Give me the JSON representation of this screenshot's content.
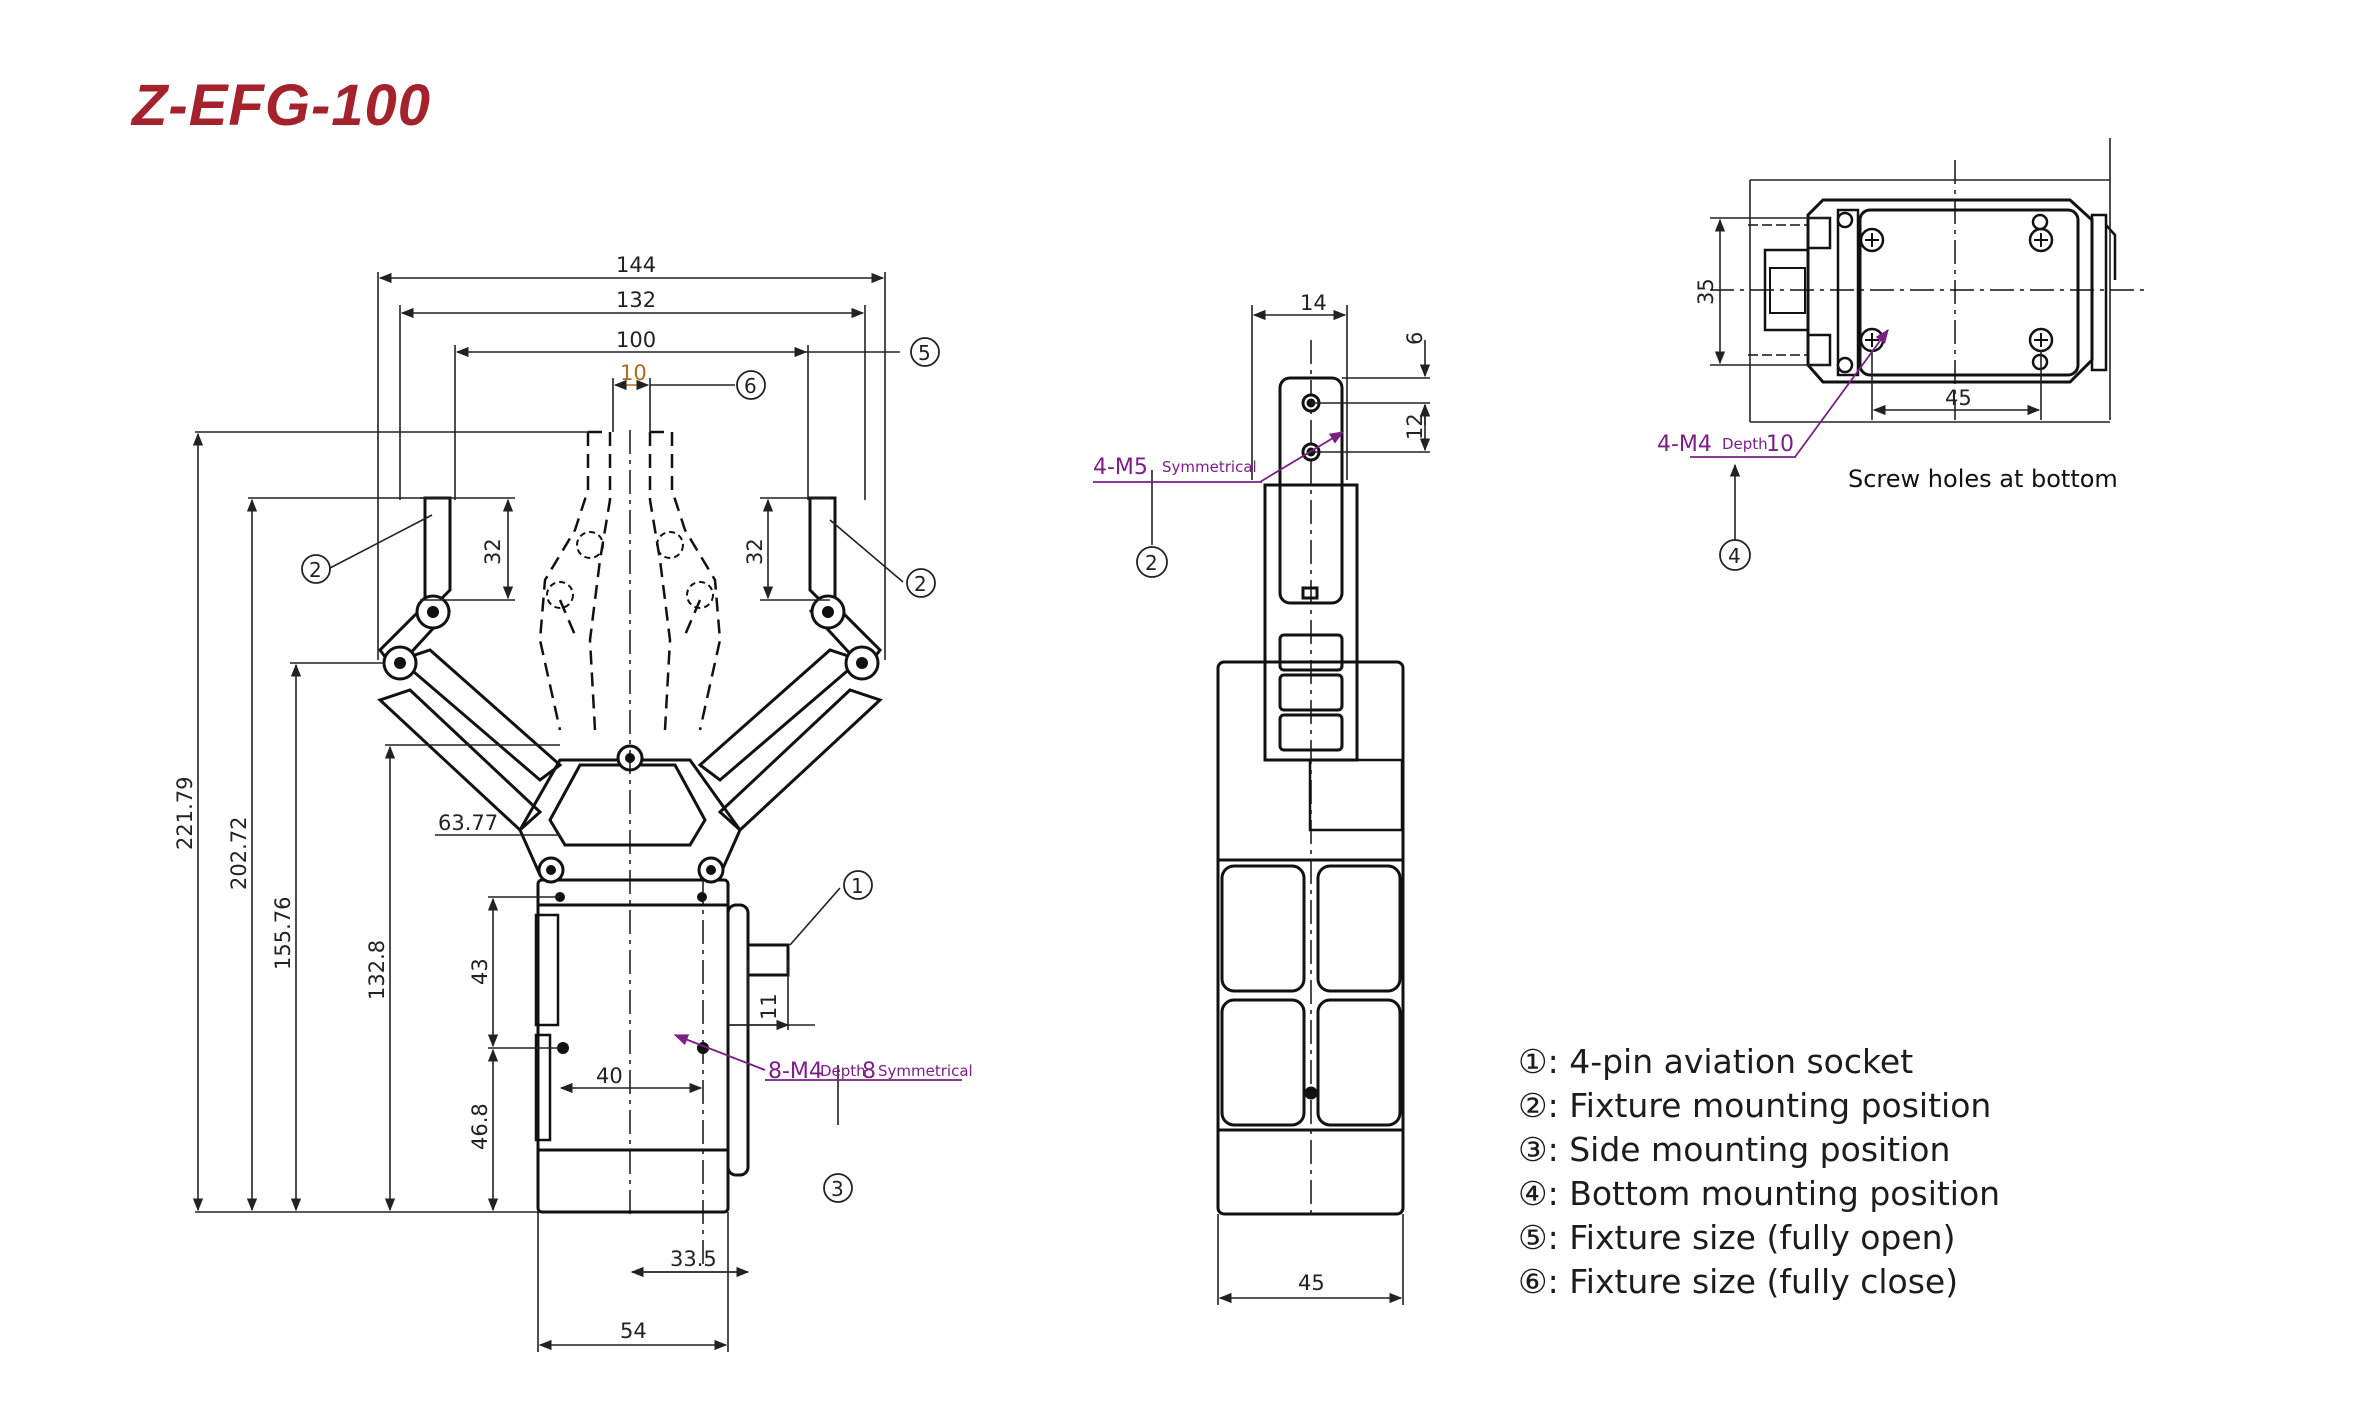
{
  "title": "Z-EFG-100",
  "legend": [
    {
      "num": "①:",
      "text": "4-pin aviation socket"
    },
    {
      "num": "②:",
      "text": "Fixture mounting position"
    },
    {
      "num": "③:",
      "text": "Side mounting position"
    },
    {
      "num": "④:",
      "text": "Bottom mounting position"
    },
    {
      "num": "⑤:",
      "text": "Fixture size (fully open)"
    },
    {
      "num": "⑥:",
      "text": "Fixture size (fully close)"
    }
  ],
  "front": {
    "d144": "144",
    "d132": "132",
    "d100": "100",
    "d10": "10",
    "d32": "32",
    "d221": "221.79",
    "d202": "202.72",
    "d155": "155.76",
    "d132_8": "132.8",
    "d63": "63.77",
    "d43": "43",
    "d46": "46.8",
    "d40": "40",
    "d11": "11",
    "d33": "33.5",
    "d54": "54",
    "c1": "1",
    "c2": "2",
    "c3": "3",
    "c5": "5",
    "c6": "6",
    "note_m4": "8-M4",
    "note_depth": "Depth",
    "note_8": "8",
    "note_sym": "Symmetrical"
  },
  "side": {
    "d14": "14",
    "d6": "6",
    "d12": "12",
    "d45": "45",
    "c2": "2",
    "note_m5": "4-M5",
    "note_sym": "Symmetrical"
  },
  "bottom": {
    "d35": "35",
    "d45": "45",
    "c4": "4",
    "note_m4": "4-M4",
    "note_depth": "Depth",
    "note_10": "10",
    "caption": "Screw holes at bottom"
  }
}
